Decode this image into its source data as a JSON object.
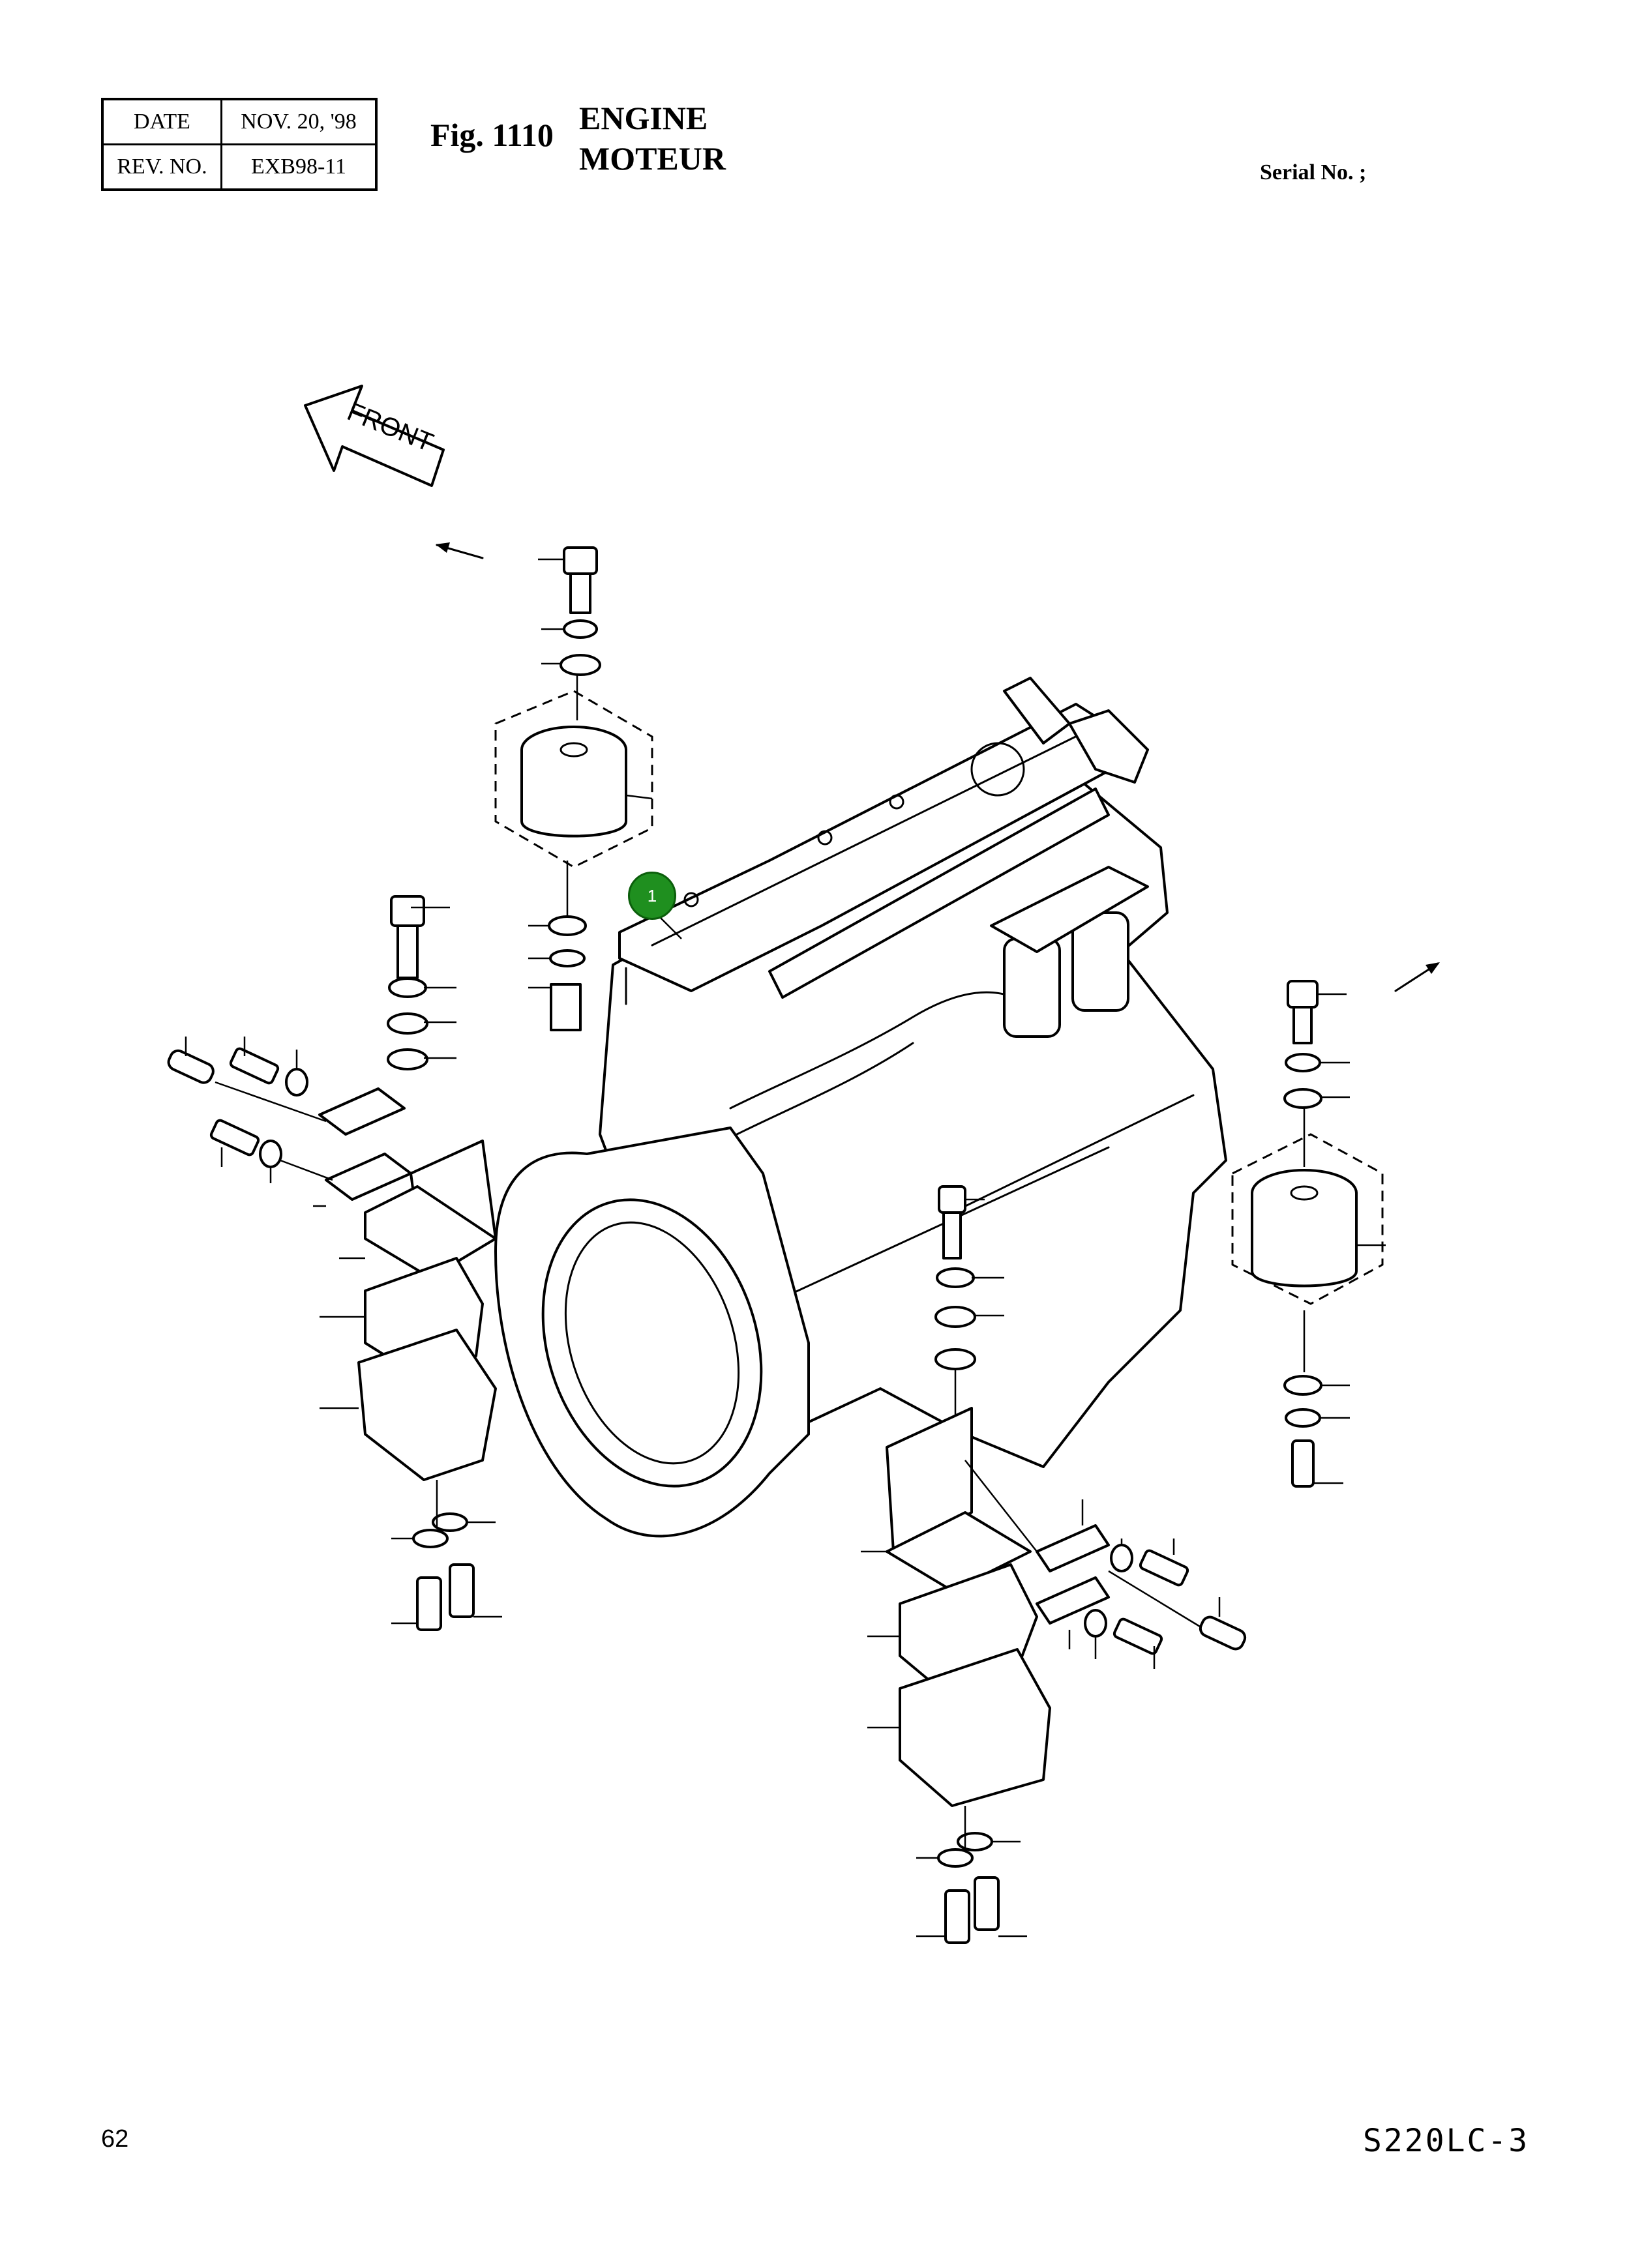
{
  "header": {
    "rev_table": {
      "date_label": "DATE",
      "date_value": "NOV. 20, '98",
      "rev_label": "REV. NO.",
      "rev_value": "EXB98-11"
    },
    "figure_number": "Fig. 1110",
    "title_en": "ENGINE",
    "title_fr": "MOTEUR",
    "serial_label": "Serial No. ;"
  },
  "diagram": {
    "front_label": "FRONT",
    "callouts": [
      {
        "number": "1",
        "color": "#1f8f1f"
      }
    ]
  },
  "footer": {
    "page_number": "62",
    "model": "S220LC-3"
  }
}
